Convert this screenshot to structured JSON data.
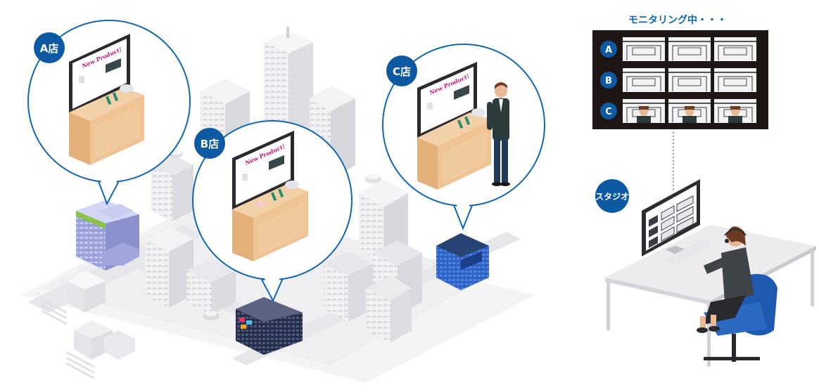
{
  "colors": {
    "accent": "#1167b1",
    "badge": "#0d5aa3",
    "counter_top": "#f2d1a8",
    "counter_front": "#efc393",
    "screen_pink": "#c8137a",
    "monitor_bg": "#1d1614"
  },
  "monitoring": {
    "title": "モニタリング中・・・",
    "rows": [
      {
        "label": "A"
      },
      {
        "label": "B"
      },
      {
        "label": "C"
      }
    ]
  },
  "stores": {
    "a": {
      "label": "A店",
      "screen_text": "New Product!"
    },
    "b": {
      "label": "B店",
      "screen_text": "New Product!"
    },
    "c": {
      "label": "C店",
      "screen_text": "New Product!"
    }
  },
  "studio": {
    "label": "スタジオ"
  },
  "icons": [
    "building-icon",
    "car-icon",
    "person-icon",
    "operator-icon",
    "chair-icon",
    "desk-monitor-icon"
  ]
}
